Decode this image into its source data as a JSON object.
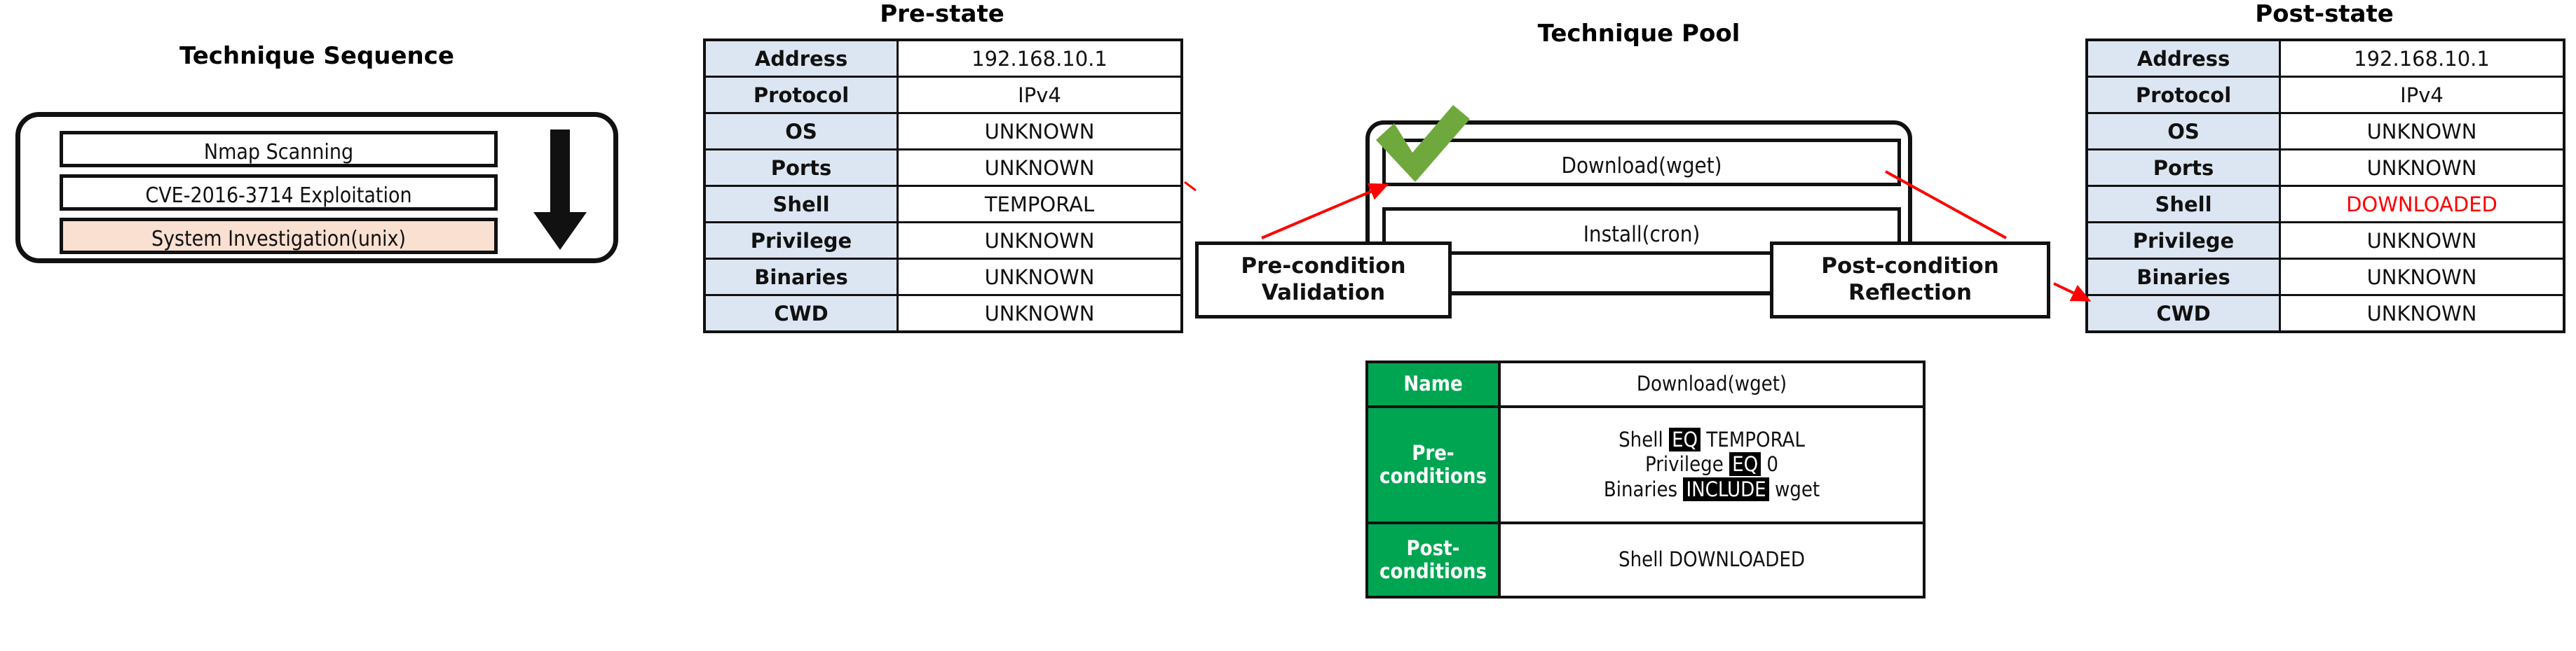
{
  "sections": {
    "sequence_title": "Technique Sequence",
    "prestate_title": "Pre-state",
    "pool_title": "Technique Pool",
    "poststate_title": "Post-state"
  },
  "technique_sequence": {
    "items": [
      {
        "label": "Nmap Scanning",
        "highlighted": false
      },
      {
        "label": "CVE-2016-3714 Exploitation",
        "highlighted": false
      },
      {
        "label": "System Investigation(unix)",
        "highlighted": true
      }
    ],
    "arrow_icon": "down-arrow-icon",
    "highlight_color": "#FAE0D1"
  },
  "pre_state": {
    "rows": [
      {
        "key": "Address",
        "value": "192.168.10.1",
        "changed": false
      },
      {
        "key": "Protocol",
        "value": "IPv4",
        "changed": false
      },
      {
        "key": "OS",
        "value": "UNKNOWN",
        "changed": false
      },
      {
        "key": "Ports",
        "value": "UNKNOWN",
        "changed": false
      },
      {
        "key": "Shell",
        "value": "TEMPORAL",
        "changed": false
      },
      {
        "key": "Privilege",
        "value": "UNKNOWN",
        "changed": false
      },
      {
        "key": "Binaries",
        "value": "UNKNOWN",
        "changed": false
      },
      {
        "key": "CWD",
        "value": "UNKNOWN",
        "changed": false
      }
    ],
    "key_color": "#DCE6F2"
  },
  "post_state": {
    "rows": [
      {
        "key": "Address",
        "value": "192.168.10.1",
        "changed": false
      },
      {
        "key": "Protocol",
        "value": "IPv4",
        "changed": false
      },
      {
        "key": "OS",
        "value": "UNKNOWN",
        "changed": false
      },
      {
        "key": "Ports",
        "value": "UNKNOWN",
        "changed": false
      },
      {
        "key": "Shell",
        "value": "DOWNLOADED",
        "changed": true
      },
      {
        "key": "Privilege",
        "value": "UNKNOWN",
        "changed": false
      },
      {
        "key": "Binaries",
        "value": "UNKNOWN",
        "changed": false
      },
      {
        "key": "CWD",
        "value": "UNKNOWN",
        "changed": false
      }
    ],
    "key_color": "#DCE6F2",
    "changed_color": "#FF0000"
  },
  "technique_pool": {
    "items": [
      {
        "label": "Download(wget)",
        "selected": true
      },
      {
        "label": "Install(cron)",
        "selected": false
      }
    ],
    "check_icon": "green-check-icon",
    "check_color": "#6FA83C"
  },
  "callouts": {
    "pre_validation": "Pre-condition\nValidation",
    "pre_validation_line1": "Pre-condition",
    "pre_validation_line2": "Validation",
    "post_reflection_line1": "Post-condition",
    "post_reflection_line2": "Reflection",
    "arrow_color": "#FF0000"
  },
  "technique_detail": {
    "header_color": "#00A551",
    "rows": [
      {
        "key": "Name",
        "key_line1": "Name",
        "key_line2": ""
      },
      {
        "key": "Pre-conditions",
        "key_line1": "Pre-",
        "key_line2": "conditions"
      },
      {
        "key": "Post-conditions",
        "key_line1": "Post-",
        "key_line2": "conditions"
      }
    ],
    "name_value": "Download(wget)",
    "preconditions": [
      {
        "subject": "Shell",
        "operator": "EQ",
        "object": "TEMPORAL"
      },
      {
        "subject": "Privilege",
        "operator": "EQ",
        "object": "0"
      },
      {
        "subject": "Binaries",
        "operator": "INCLUDE",
        "object": "wget"
      }
    ],
    "postconditions_value": "Shell DOWNLOADED"
  }
}
